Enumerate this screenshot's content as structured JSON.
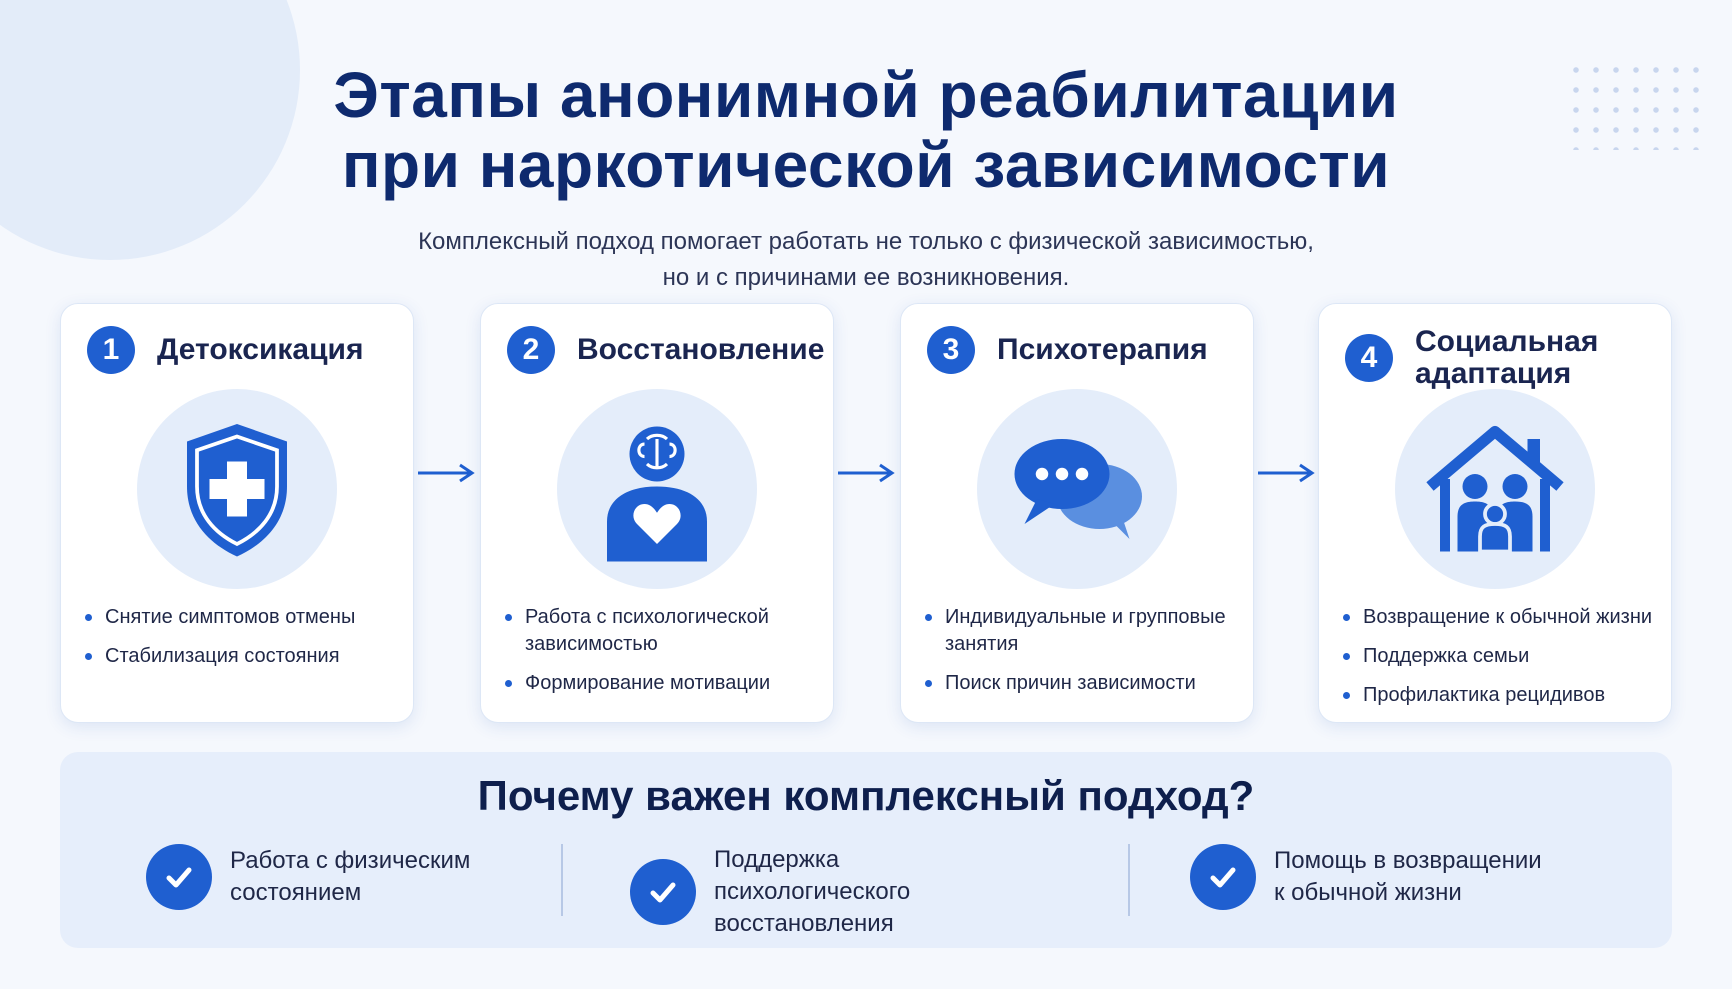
{
  "title_line1": "Этапы анонимной реабилитации",
  "title_line2": "при наркотической зависимости",
  "subtitle_line1": "Комплексный подход помогает работать не только с физической зависимостью,",
  "subtitle_line2": "но и с причинами ее возникновения.",
  "colors": {
    "accent": "#1f5fd0",
    "title": "#0e2a6e",
    "card_bg": "#ffffff",
    "soft_blue": "#e4edfa"
  },
  "stages": [
    {
      "num": "1",
      "title": "Детоксикация",
      "icon": "shield-cross-icon",
      "points": [
        "Снятие симптомов отмены",
        "Стабилизация состояния"
      ]
    },
    {
      "num": "2",
      "title": "Восстановление",
      "icon": "person-brain-heart-icon",
      "points": [
        "Работа с психологической зависимостью",
        "Формирование мотивации"
      ]
    },
    {
      "num": "3",
      "title": "Психотерапия",
      "icon": "chat-bubbles-icon",
      "points": [
        "Индивидуальные и групповые занятия",
        "Поиск причин зависимости"
      ]
    },
    {
      "num": "4",
      "title": "Социальная адаптация",
      "icon": "house-family-icon",
      "points": [
        "Возвращение к обычной жизни",
        "Поддержка семьи",
        "Профилактика рецидивов"
      ]
    }
  ],
  "why": {
    "title": "Почему важен комплексный подход?",
    "benefits": [
      {
        "line1": "Работа с физическим",
        "line2": "состоянием"
      },
      {
        "line1": "Поддержка психологического",
        "line2": "восстановления"
      },
      {
        "line1": "Помощь в возвращении",
        "line2": "к обычной жизни"
      }
    ]
  }
}
